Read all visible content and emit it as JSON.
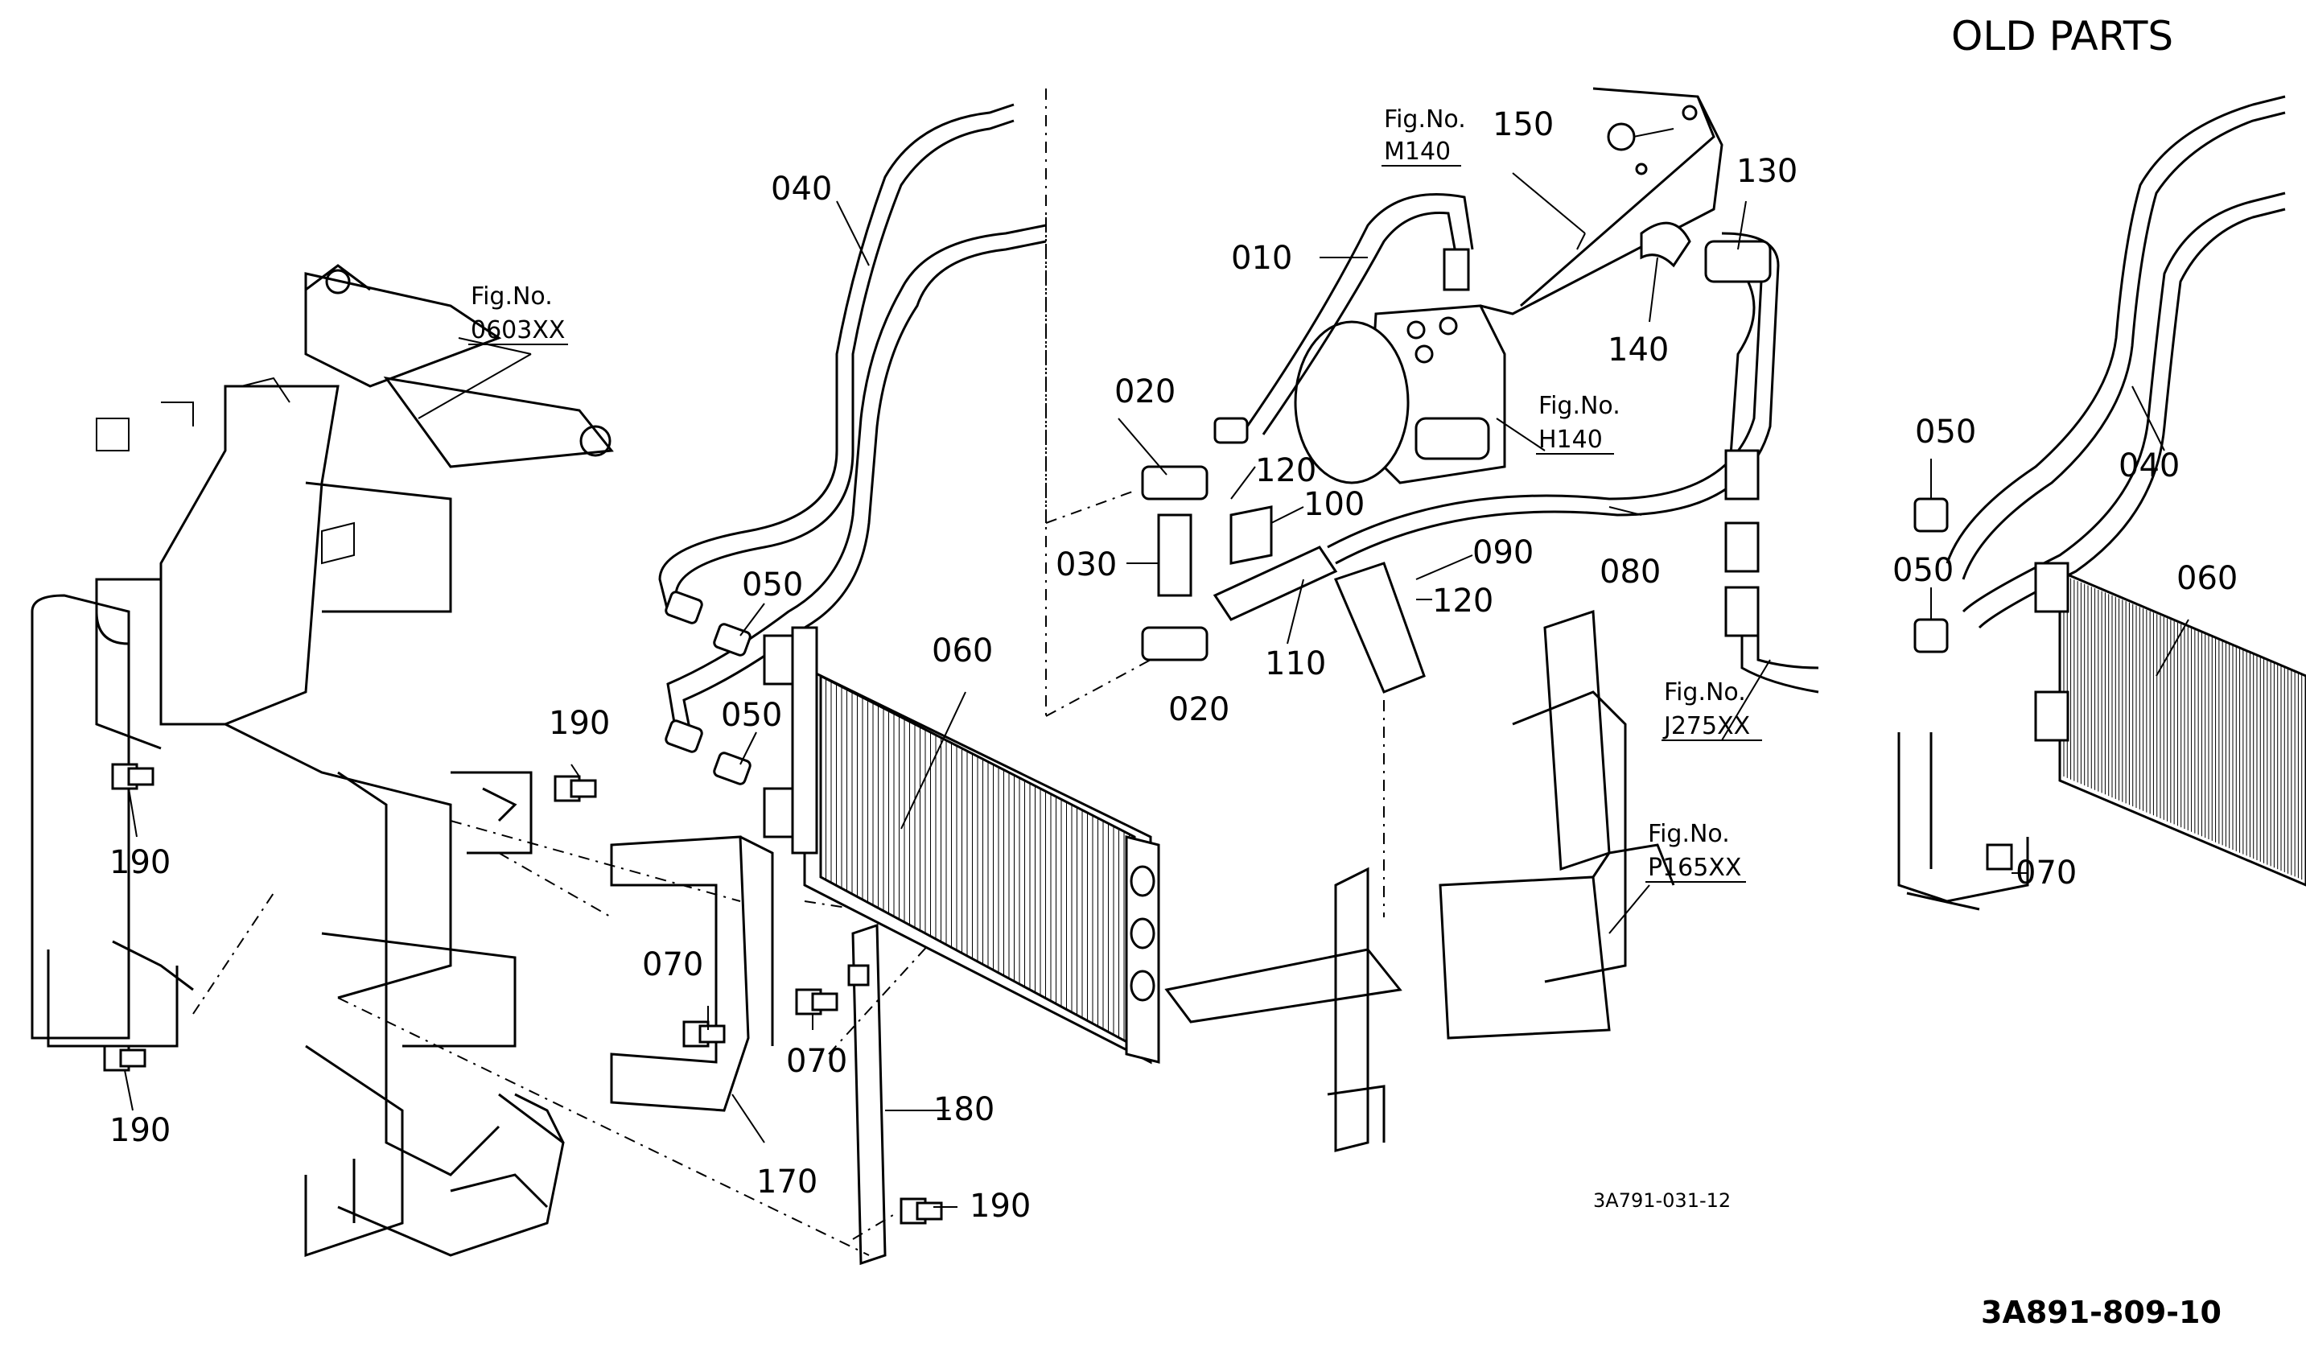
{
  "page": {
    "title": "OLD PARTS",
    "drawing_code_main": "3A791-031-12",
    "drawing_code_footer": "3A891-809-10"
  },
  "labels": {
    "p010": "010",
    "p020a": "020",
    "p020b": "020",
    "p030": "030",
    "p040": "040",
    "p050a": "050",
    "p050b": "050",
    "p060": "060",
    "p070a": "070",
    "p070b": "070",
    "p080": "080",
    "p090": "090",
    "p100": "100",
    "p110": "110",
    "p120a": "120",
    "p120b": "120",
    "p130": "130",
    "p140": "140",
    "p150": "150",
    "p170": "170",
    "p180": "180",
    "p190a": "190",
    "p190b": "190",
    "p190c": "190",
    "p190d": "190",
    "old040": "040",
    "old050a": "050",
    "old050b": "050",
    "old060": "060",
    "old070": "070"
  },
  "fig_refs": {
    "f0603": {
      "prefix": "Fig.No.",
      "code": "0603XX"
    },
    "fM140": {
      "prefix": "Fig.No.",
      "code": "M140"
    },
    "fH140": {
      "prefix": "Fig.No.",
      "code": "H140"
    },
    "fJ275": {
      "prefix": "Fig.No.",
      "code": "J275XX"
    },
    "fP165": {
      "prefix": "Fig.No.",
      "code": "P165XX"
    }
  }
}
